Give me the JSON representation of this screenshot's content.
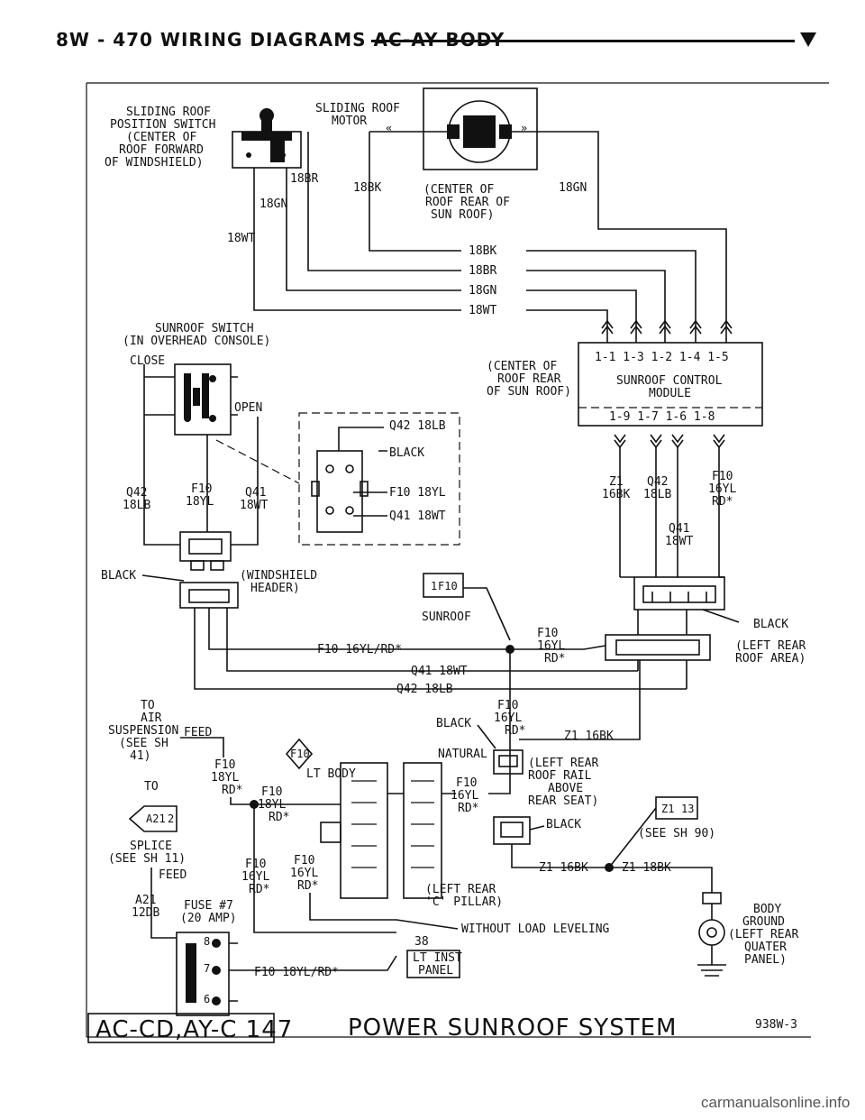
{
  "header": {
    "page_title": "8W - 470   WIRING DIAGRAMS AC-AY BODY"
  },
  "components": {
    "position_switch": [
      "SLIDING ROOF",
      "POSITION SWITCH",
      "(CENTER OF",
      "ROOF FORWARD",
      "OF WINDSHIELD)"
    ],
    "motor": [
      "SLIDING ROOF",
      "MOTOR"
    ],
    "motor_location": [
      "(CENTER OF",
      "ROOF REAR OF",
      "SUN ROOF)"
    ],
    "sunroof_switch": [
      "SUNROOF SWITCH",
      "(IN OVERHEAD CONSOLE)"
    ],
    "close": "CLOSE",
    "open": "OPEN",
    "module_location": [
      "(CENTER OF",
      "ROOF REAR",
      "OF SUN ROOF)"
    ],
    "module_top_pins": "1-1  1-3  1-2  1-4  1-5",
    "module_name": [
      "SUNROOF CONTROL",
      "MODULE"
    ],
    "module_bottom_pins": "1-9   1-7 1-6   1-8",
    "windshield_header": [
      "(WINDSHIELD",
      "HEADER)"
    ],
    "sunroof": "SUNROOF",
    "left_rear_roof": [
      "(LEFT REAR",
      "ROOF AREA)"
    ],
    "left_rear_rail": [
      "(LEFT REAR",
      "ROOF RAIL",
      "ABOVE",
      "REAR SEAT)"
    ],
    "left_rear_pillar": [
      "(LEFT REAR",
      "'C' PILLAR)"
    ],
    "lt_body": "LT BODY",
    "without_load_leveling": "WITHOUT LOAD LEVELING",
    "lt_inst_panel": [
      "LT INST",
      "PANEL"
    ],
    "body_ground": [
      "BODY",
      "GROUND",
      "(LEFT REAR",
      "QUATER",
      "PANEL)"
    ],
    "see_sh_90": "(SEE SH 90)",
    "to_air_suspension": [
      "TO",
      "AIR",
      "SUSPENSION",
      "(SEE SH",
      "41)"
    ],
    "feed": "FEED",
    "to": "TO",
    "splice": [
      "SPLICE",
      "(SEE SH 11)"
    ],
    "fuse": [
      "FUSE #7",
      "(20 AMP)"
    ],
    "fuse_pins": [
      "8",
      "7",
      "6"
    ],
    "cavity_38": "38"
  },
  "wires": {
    "w18br": "18BR",
    "w18gn": "18GN",
    "w18bk": "18BK",
    "w18wt": "18WT",
    "q42_18lb": "Q42 18LB",
    "black": "BLACK",
    "f10_18yl": "F10 18YL",
    "q41_18wt": "Q41 18WT",
    "q42": "Q42",
    "w18lb": "18LB",
    "f10": "F10",
    "w18yl": "18YL",
    "q41": "Q41",
    "z1": "Z1",
    "w16bk": "16BK",
    "w16yl": "16YL",
    "rd": "RD*",
    "f10_16yl_rd": "F10 16YL/RD*",
    "f10_18yl_rd": "F10 18YL/RD*",
    "z1_16bk": "Z1 16BK",
    "z1_18bk": "Z1 18BK",
    "natural": "NATURAL",
    "a21": "A21",
    "w12db": "12DB",
    "wire_16yl_dash": "16YL",
    "wire_18yl_dash": "18YL"
  },
  "connectors": {
    "f10_tag": "F10",
    "f10_tag_1": "1",
    "a21_tag": "A21",
    "a21_tag_2": "2",
    "z1_tag": "Z1",
    "z1_tag_13": "13"
  },
  "footer": {
    "model_box": "AC-CD,AY-C 147",
    "system_title": "POWER SUNROOF SYSTEM",
    "ref": "938W-3",
    "watermark": "carmanualsonline.info"
  }
}
